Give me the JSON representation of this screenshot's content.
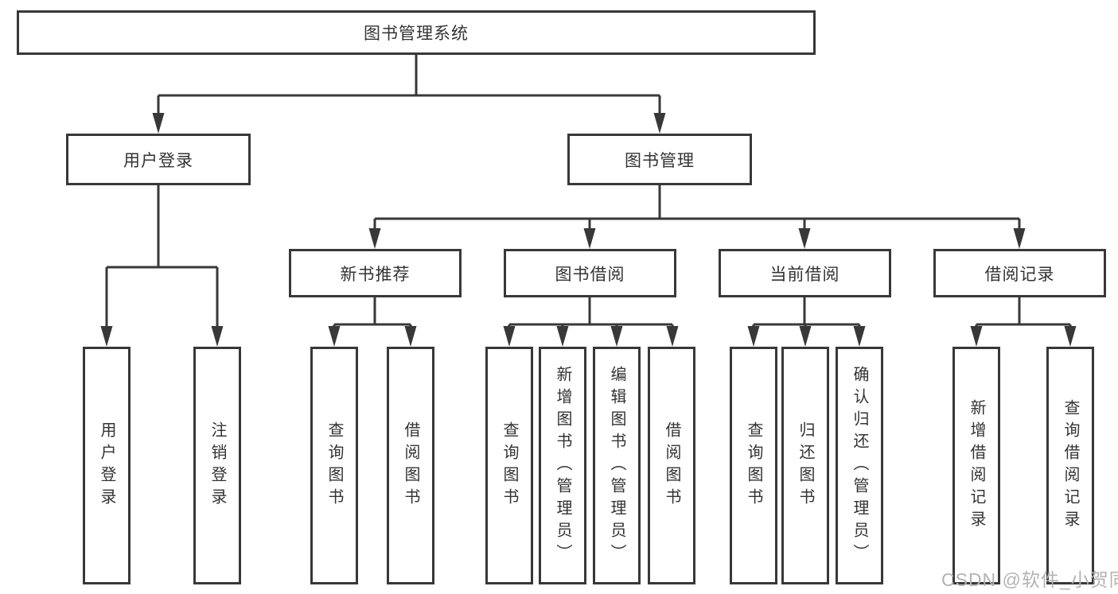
{
  "diagram_title": "图书管理系统",
  "nodes": {
    "root": "图书管理系统",
    "user_login": "用户登录",
    "book_mgmt": "图书管理",
    "new_book_rec": "新书推荐",
    "book_borrow": "图书借阅",
    "current_borrow": "当前借阅",
    "borrow_records": "借阅记录",
    "leaf_user_login": "用户登录",
    "leaf_logout": "注销登录",
    "leaf_query_book_new": "查询图书",
    "leaf_borrow_book_new": "借阅图书",
    "leaf_query_book_borrow": "查询图书",
    "leaf_add_book_admin": "新增图书（管理员）",
    "leaf_edit_book_admin": "编辑图书（管理员）",
    "leaf_borrow_book": "借阅图书",
    "leaf_query_book_current": "查询图书",
    "leaf_return_book": "归还图书",
    "leaf_confirm_return_admin": "确认归还（管理员）",
    "leaf_add_borrow_record": "新增借阅记录",
    "leaf_query_borrow_record": "查询借阅记录"
  },
  "watermark": "CSDN @软件_小贺同学",
  "colors": {
    "line": "#383838",
    "text": "#333333",
    "watermark": "#b3b3b3",
    "background": "#ffffff"
  }
}
